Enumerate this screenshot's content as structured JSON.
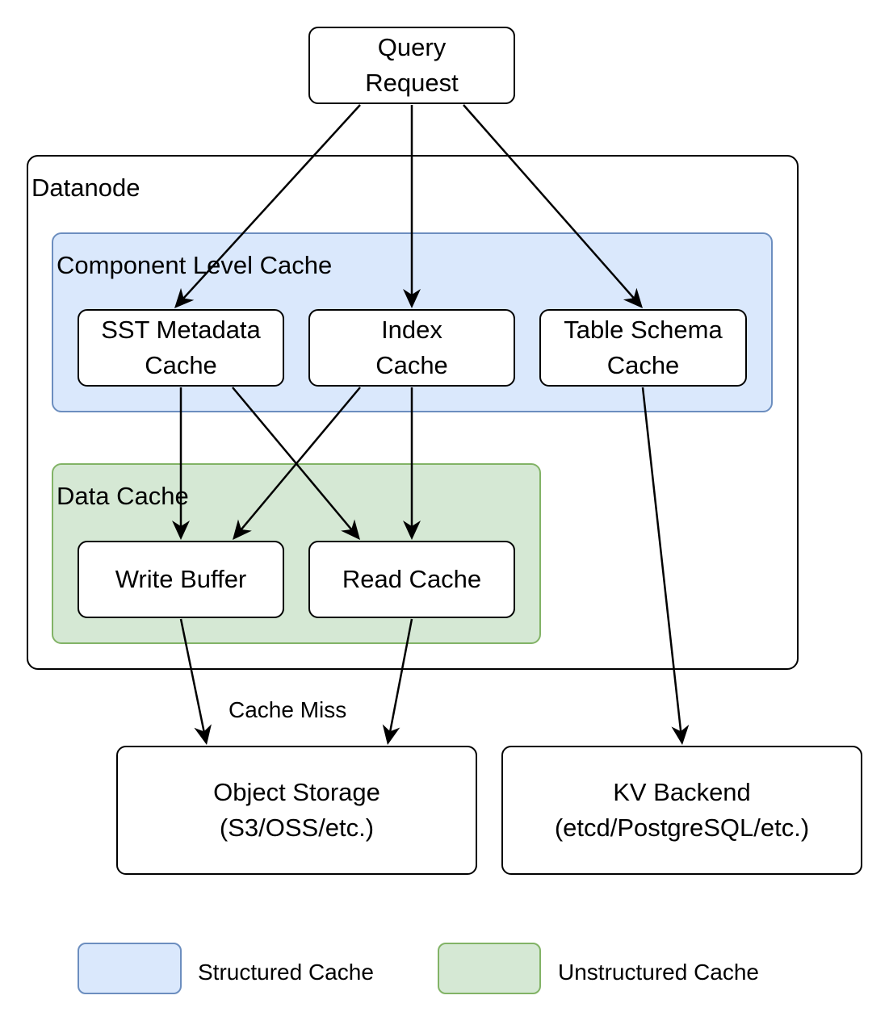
{
  "colors": {
    "structured_fill": "#dae8fc",
    "structured_stroke": "#6c8ebf",
    "unstructured_fill": "#d5e8d4",
    "unstructured_stroke": "#82b366"
  },
  "nodes": {
    "query_request": "Query\nRequest",
    "sst_metadata_cache": "SST Metadata\nCache",
    "index_cache": "Index\nCache",
    "table_schema_cache": "Table Schema\nCache",
    "write_buffer": "Write Buffer",
    "read_cache": "Read Cache",
    "object_storage": "Object Storage\n(S3/OSS/etc.)",
    "kv_backend": "KV Backend\n(etcd/PostgreSQL/etc.)"
  },
  "containers": {
    "datanode": "Datanode",
    "component_level_cache": "Component Level Cache",
    "data_cache": "Data Cache"
  },
  "edges": [
    {
      "from": "query_request",
      "to": "sst_metadata_cache"
    },
    {
      "from": "query_request",
      "to": "index_cache"
    },
    {
      "from": "query_request",
      "to": "table_schema_cache"
    },
    {
      "from": "sst_metadata_cache",
      "to": "write_buffer"
    },
    {
      "from": "sst_metadata_cache",
      "to": "read_cache"
    },
    {
      "from": "index_cache",
      "to": "write_buffer"
    },
    {
      "from": "index_cache",
      "to": "read_cache"
    },
    {
      "from": "write_buffer",
      "to": "object_storage"
    },
    {
      "from": "read_cache",
      "to": "object_storage"
    },
    {
      "from": "table_schema_cache",
      "to": "kv_backend"
    }
  ],
  "edge_labels": {
    "cache_miss": "Cache Miss"
  },
  "legend": {
    "structured": "Structured Cache",
    "unstructured": "Unstructured Cache"
  }
}
